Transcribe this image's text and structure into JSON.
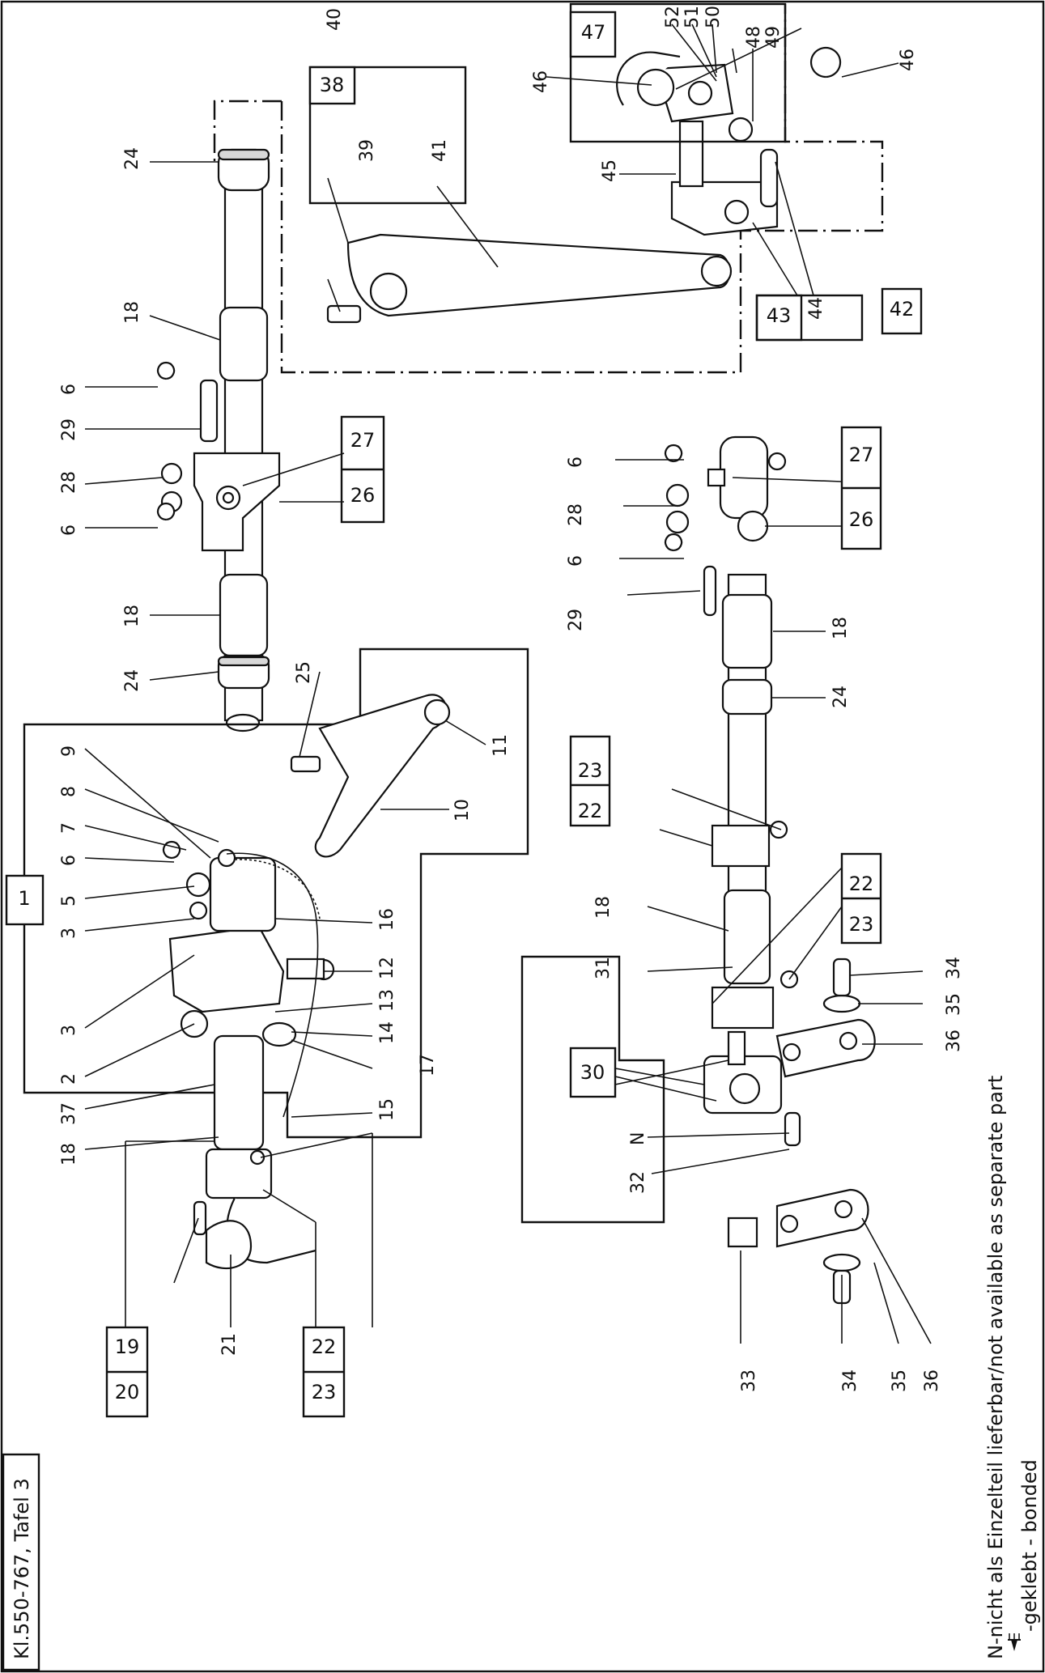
{
  "sheet": {
    "title": "Kl.550-767, Tafel 3",
    "note_not_available": "N-nicht als Einzelteil lieferbar/not available as separate part",
    "note_bonded": "-geklebt - bonded"
  },
  "callouts": {
    "n1": "1",
    "n2": "2",
    "n3": "3",
    "n5": "5",
    "n6": "6",
    "n7": "7",
    "n8": "8",
    "n9": "9",
    "n10": "10",
    "n11": "11",
    "n12": "12",
    "n13": "13",
    "n14": "14",
    "n15": "15",
    "n16": "16",
    "n17": "17",
    "n18": "18",
    "n19": "19",
    "n20": "20",
    "n21": "21",
    "n22": "22",
    "n23": "23",
    "n24": "24",
    "n25": "25",
    "n26": "26",
    "n27": "27",
    "n28": "28",
    "n29": "29",
    "n30": "30",
    "n31": "31",
    "n32": "32",
    "n33": "33",
    "n34": "34",
    "n35": "35",
    "n36": "36",
    "n37": "37",
    "n38": "38",
    "n39": "39",
    "n40": "40",
    "n41": "41",
    "n42": "42",
    "n43": "43",
    "n44": "44",
    "n45": "45",
    "n46": "46",
    "n47": "47",
    "n48": "48",
    "n49": "49",
    "n50": "50",
    "n51": "51",
    "n52": "52",
    "nN": "N"
  },
  "icons": {
    "bonded_symbol": "glue-bonded-icon"
  }
}
